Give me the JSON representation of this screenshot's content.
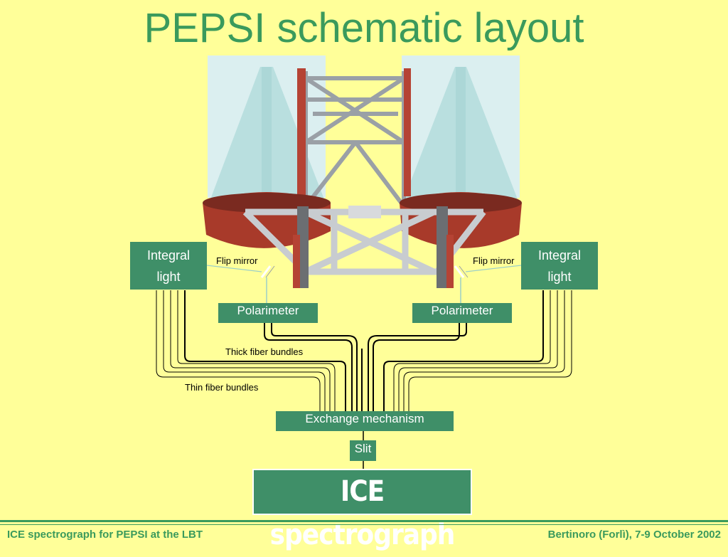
{
  "title": "PEPSI schematic layout",
  "integral_left": {
    "line1": "Integral",
    "line2": "light"
  },
  "integral_right": {
    "line1": "Integral",
    "line2": "light"
  },
  "flip_mirror_left": "Flip mirror",
  "flip_mirror_right": "Flip mirror",
  "polarimeter_left": "Polarimeter",
  "polarimeter_right": "Polarimeter",
  "thick_fiber": "Thick fiber bundles",
  "thin_fiber": "Thin fiber bundles",
  "exchange": "Exchange mechanism",
  "slit": "Slit",
  "ice": "ICE spectrograph",
  "footer": {
    "left": "ICE spectrograph for PEPSI at the LBT",
    "right": "Bertinoro (Forlì), 7-9 October 2002"
  },
  "colors": {
    "background": "#ffff99",
    "accent_green": "#3a9a5c",
    "box_green": "#3f8f68",
    "mirror_red": "#a83a2a",
    "steel": "#c8ccd0"
  }
}
